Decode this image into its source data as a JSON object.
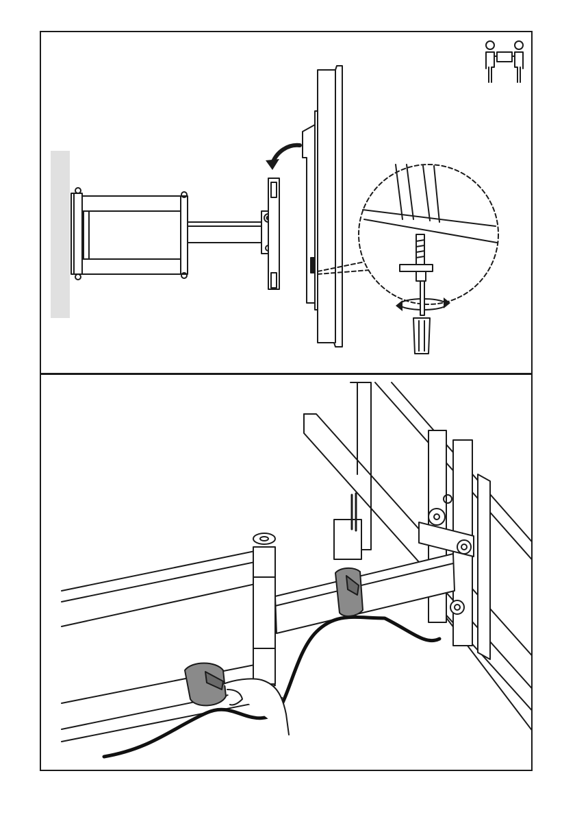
{
  "document": {
    "type": "assembly-instruction-page",
    "steps": [
      {
        "id": "attach-tv",
        "icons": [
          "two-person-lift-icon",
          "curved-arrow-icon",
          "screwdriver-icon",
          "rotation-arrow-icon"
        ],
        "callout": "magnified-locking-screw-detail"
      },
      {
        "id": "cable-management",
        "icons": [
          "cable-tie-strap-icon",
          "hand-icon"
        ],
        "callout": ""
      }
    ]
  },
  "colors": {
    "line": "#1a1a1a",
    "wall": "#e0e0e0",
    "cable": "#111111",
    "strap": "#8a8a8a",
    "background": "#ffffff"
  }
}
